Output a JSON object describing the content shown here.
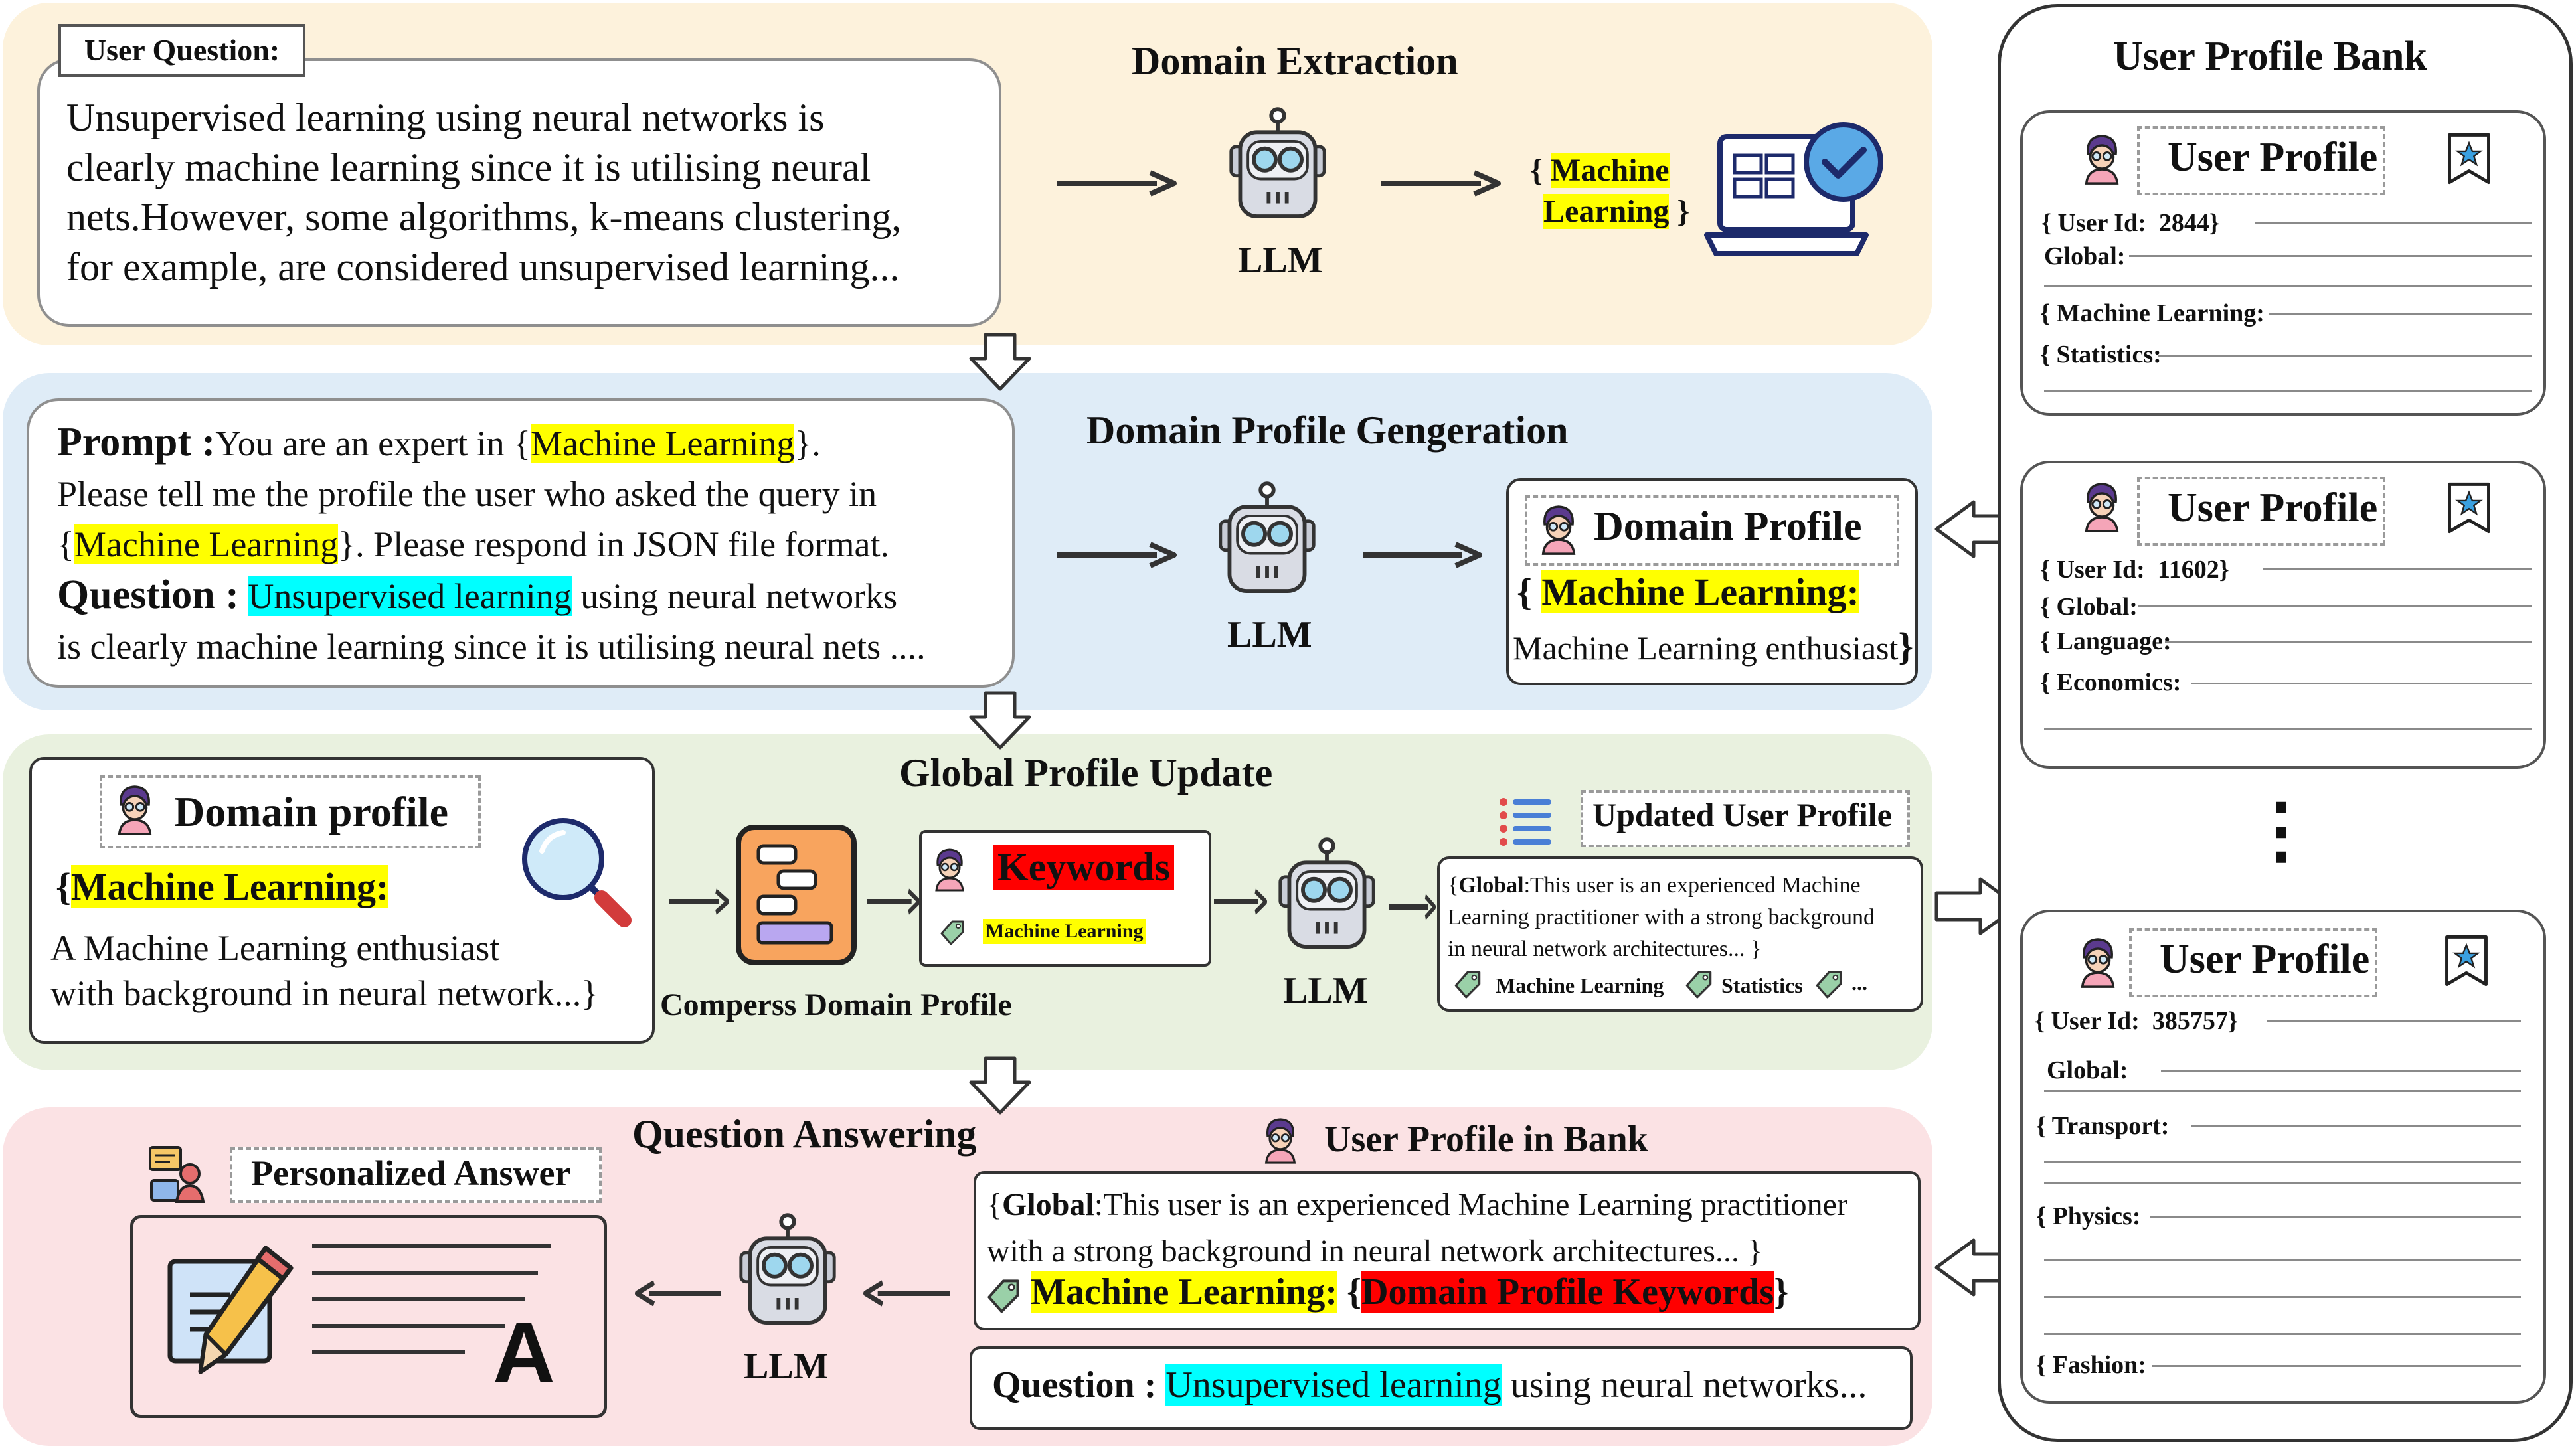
{
  "domain_extraction": {
    "title": "Domain Extraction",
    "user_question_label": "User Question:",
    "user_question_lines": [
      "Unsupervised learning using neural networks is",
      "clearly machine learning since it is utilising neural",
      "nets.However, some algorithms, k-means clustering,",
      "for example, are considered unsupervised learning..."
    ],
    "llm_label": "LLM",
    "domain_line1": "Machine",
    "domain_line2": "Learning"
  },
  "domain_profile_generation": {
    "title": "Domain Profile Gengeration",
    "prompt_label": "Prompt :",
    "prompt_text1": "You are an expert in ",
    "prompt_domain": "Machine Learning",
    "prompt_text2": "Please tell me the profile the user who asked the query in",
    "prompt_text3": ". Please respond in JSON file format.",
    "question_label": "Question :",
    "question_highlight": "Unsupervised learning",
    "question_rest": " using neural networks",
    "question_line2": "is clearly machine learning since it is utilising neural nets ....",
    "llm_label": "LLM",
    "profile_title": "Domain Profile",
    "profile_key": "Machine Learning:",
    "profile_value": "Machine Learning enthusiast"
  },
  "global_profile_update": {
    "title": "Global Profile Update",
    "domain_profile_title": "Domain profile",
    "domain_profile_key": "Machine Learning:",
    "domain_profile_line1": "A Machine Learning enthusiast",
    "domain_profile_line2": "with background in  neural network...",
    "compress_label": "Comperss Domain Profile",
    "keywords_label": "Keywords",
    "keywords_tag": "Machine Learning",
    "llm_label": "LLM",
    "updated_title": "Updated User Profile",
    "updated_global_label": "Global",
    "updated_text1": ":This user is an experienced Machine",
    "updated_text2": "Learning practitioner with a strong background",
    "updated_text3": "in neural network architectures... }",
    "updated_tag1": "Machine Learning",
    "updated_tag2": "Statistics",
    "updated_tag3": "..."
  },
  "question_answering": {
    "title": "Question Answering",
    "answer_title": "Personalized Answer",
    "answer_letter": "A",
    "llm_label": "LLM",
    "bank_title": "User Profile in Bank",
    "bank_global_label": "Global",
    "bank_text1": ":This user is an experienced Machine Learning practitioner",
    "bank_text2": "with a strong background in neural network architectures... }",
    "bank_key": "Machine Learning:",
    "bank_keywords": "Domain Profile Keywords",
    "question_label": "Question :",
    "question_highlight": "Unsupervised learning",
    "question_rest": " using neural networks..."
  },
  "user_profile_bank": {
    "title": "User Profile Bank",
    "ellipsis": "⋮",
    "cards": [
      {
        "title": "User Profile",
        "user_id_label": "User Id:",
        "user_id": "2844",
        "fields": [
          "Global:",
          "Machine Learning:",
          "Statistics:"
        ]
      },
      {
        "title": "User Profile",
        "user_id_label": "User Id:",
        "user_id": "11602",
        "fields": [
          "Global:",
          "Language:",
          "Economics:"
        ]
      },
      {
        "title": "User Profile",
        "user_id_label": "User Id:",
        "user_id": "385757",
        "fields": [
          "Global:",
          "Transport:",
          "Physics:",
          "Fashion:"
        ]
      }
    ]
  },
  "colors": {
    "panel_extraction": "#fdf2dc",
    "panel_generation": "#dfecf7",
    "panel_update": "#e9f1df",
    "panel_answering": "#fbe2e4",
    "highlight_yellow": "#ffff00",
    "highlight_cyan": "#00ffff",
    "highlight_red": "#ff0000"
  },
  "icons": [
    "robot-icon",
    "laptop-check-icon",
    "user-avatar-icon",
    "bookmark-star-icon",
    "magnifier-icon",
    "compress-icon",
    "tag-icon",
    "list-icon",
    "answer-sheet-icon"
  ]
}
